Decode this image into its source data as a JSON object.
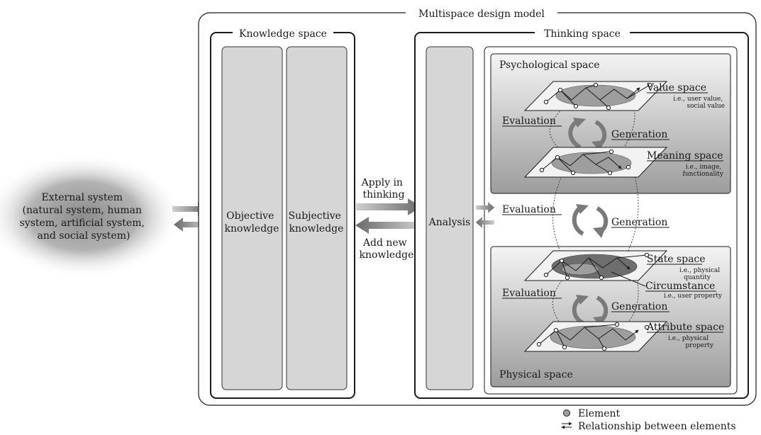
{
  "title": "Multispace design model",
  "external": {
    "lines": [
      "External system",
      "(natural system, human",
      "system, artificial system,",
      "and social system)"
    ]
  },
  "knowledge": {
    "title": "Knowledge space",
    "objective": [
      "Objective",
      "knowledge"
    ],
    "subjective": [
      "Subjective",
      "knowledge"
    ]
  },
  "flows": {
    "apply": [
      "Apply in",
      "thinking"
    ],
    "add": [
      "Add new",
      "knowledge"
    ]
  },
  "thinking": {
    "title": "Thinking space",
    "analysis": "Analysis",
    "psychological": "Psychological space",
    "physical": "Physical space",
    "evaluation": "Evaluation",
    "generation": "Generation"
  },
  "spaces": {
    "value": {
      "label": "Value space",
      "note": [
        "i.e., user value,",
        "social value"
      ]
    },
    "meaning": {
      "label": "Meaning space",
      "note": [
        "i.e., image,",
        "functionality"
      ]
    },
    "state": {
      "label": "State space",
      "note": [
        "i.e., physical",
        "quantity"
      ]
    },
    "circumstance": {
      "label": "Circumstance",
      "note": [
        "i.e., user property"
      ]
    },
    "attribute": {
      "label": "Attribute space",
      "note": [
        "i.e., physical",
        "property"
      ]
    }
  },
  "legend": {
    "element": "Element",
    "relationship": "Relationship between elements"
  },
  "colors": {
    "stroke": "#1a1a1a",
    "panel_light": "#f2f2f2",
    "panel_dark": "#9a9a9a",
    "column": "#d6d6d6",
    "arrow": "#6e6e6e"
  }
}
